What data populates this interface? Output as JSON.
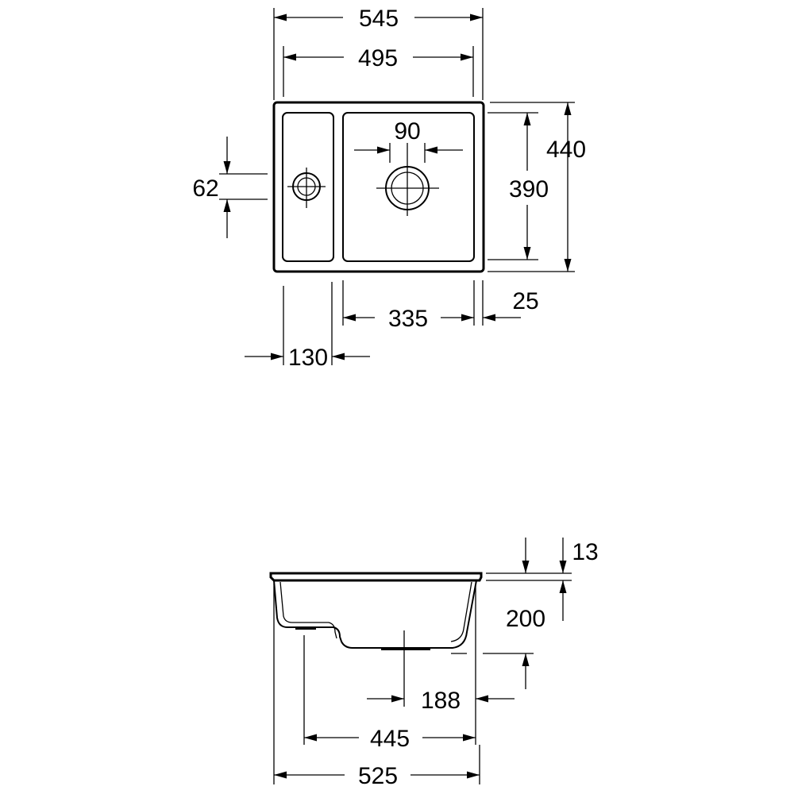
{
  "top_view": {
    "width_overall": "545",
    "width_inner": "495",
    "height_overall": "440",
    "height_inner": "390",
    "waste_diameter": "90",
    "small_waste_offset": "62",
    "main_bowl_width": "335",
    "edge_margin": "25",
    "small_bowl_width": "130"
  },
  "side_view": {
    "rim_thickness": "13",
    "depth": "200",
    "small_bowl_depth": "188",
    "bottom_width": "445",
    "overall_width": "525"
  }
}
